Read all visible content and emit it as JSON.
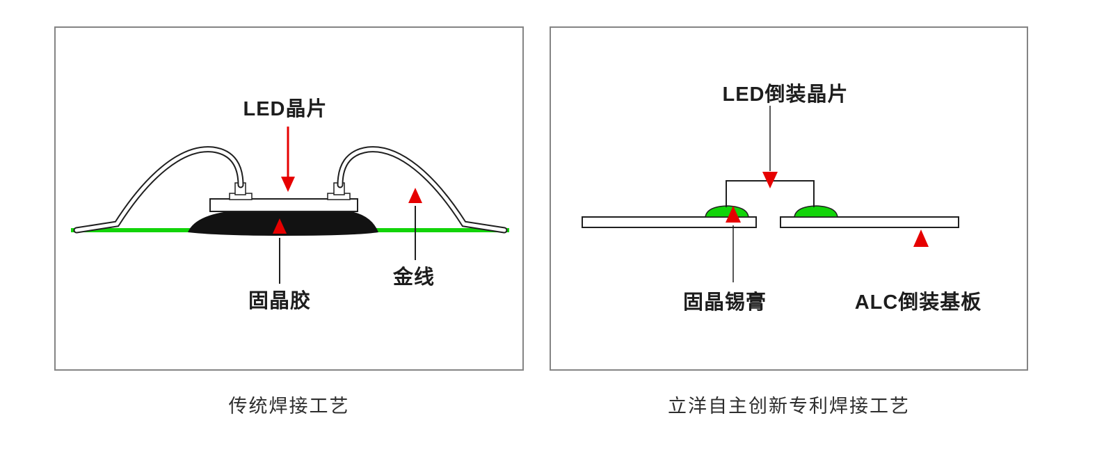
{
  "colors": {
    "green": "#12d409",
    "red": "#e60000",
    "blob": "#121212",
    "outline": "#1f1f1f",
    "panel_border": "#848484",
    "text": "#1d1d1d"
  },
  "left_panel": {
    "caption": "传统焊接工艺",
    "labels": {
      "led_chip": "LED晶片",
      "die_attach_glue": "固晶胶",
      "gold_wire": "金线"
    }
  },
  "right_panel": {
    "caption": "立洋自主创新专利焊接工艺",
    "labels": {
      "led_flip_chip": "LED倒装晶片",
      "die_attach_solder_paste": "固晶锡膏",
      "alc_substrate": "ALC倒装基板"
    }
  }
}
